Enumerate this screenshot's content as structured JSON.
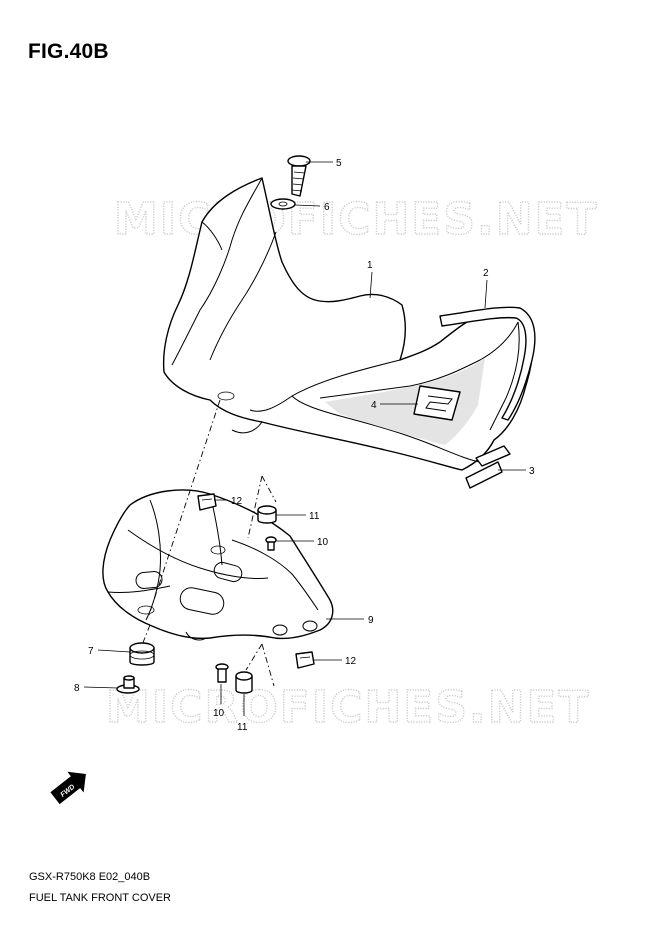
{
  "figure": {
    "title": "FIG.40B",
    "code": "GSX-R750K8 E02_040B",
    "caption": "FUEL TANK FRONT COVER"
  },
  "watermark": "MICROFICHES.NET",
  "fwd_arrow": {
    "label": "FWD",
    "icon": "fwd-arrow-icon"
  },
  "callouts": [
    {
      "id": "c1",
      "number": "1",
      "part": "fuel-tank-front-cover"
    },
    {
      "id": "c2",
      "number": "2",
      "part": "cushion-strip-upper"
    },
    {
      "id": "c3",
      "number": "3",
      "part": "cushion-strip-lower"
    },
    {
      "id": "c4",
      "number": "4",
      "part": "emblem"
    },
    {
      "id": "c5",
      "number": "5",
      "part": "screw"
    },
    {
      "id": "c6",
      "number": "6",
      "part": "washer"
    },
    {
      "id": "c7",
      "number": "7",
      "part": "cushion-grommet"
    },
    {
      "id": "c8",
      "number": "8",
      "part": "collar"
    },
    {
      "id": "c9",
      "number": "9",
      "part": "inner-panel"
    },
    {
      "id": "c10a",
      "number": "10",
      "part": "bolt-upper"
    },
    {
      "id": "c10b",
      "number": "10",
      "part": "bolt-lower"
    },
    {
      "id": "c11a",
      "number": "11",
      "part": "cushion-upper"
    },
    {
      "id": "c11b",
      "number": "11",
      "part": "cushion-lower"
    },
    {
      "id": "c12a",
      "number": "12",
      "part": "nut-upper"
    },
    {
      "id": "c12b",
      "number": "12",
      "part": "nut-lower"
    }
  ]
}
